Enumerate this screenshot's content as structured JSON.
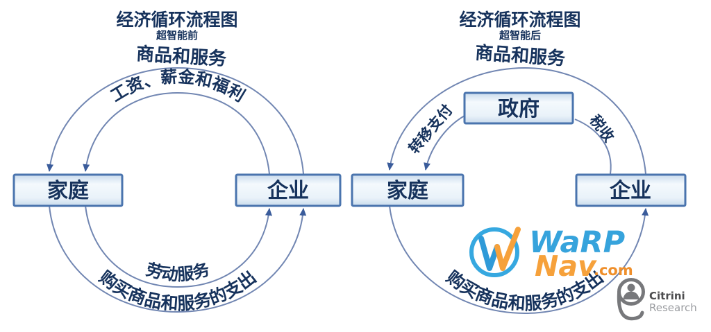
{
  "left_diagram": {
    "title": "经济循环流程图",
    "subtitle": "超智能前",
    "top_outer_label": "商品和服务",
    "top_inner_label": "工资、薪金和福利",
    "box_household": "家庭",
    "box_firm": "企业",
    "bottom_inner_label": "劳动服务",
    "bottom_outer_label": "购买商品和服务的支出"
  },
  "right_diagram": {
    "title": "经济循环流程图",
    "subtitle": "超智能后",
    "top_outer_label": "商品和服务",
    "box_government": "政府",
    "transfer_label": "转移支付",
    "tax_label": "税收",
    "box_household": "家庭",
    "box_firm": "企业",
    "bottom_outer_label": "购买商品和服务的支出"
  },
  "watermarks": {
    "warpnav": {
      "word1": "WaRP",
      "word2": "Nav",
      "tld": ".com"
    },
    "citrini": {
      "line1": "Citrini",
      "line2": "Research"
    }
  },
  "colors": {
    "text_navy": "#16325c",
    "arc_blue": "#7186b2",
    "arrow_blue": "#3a5c9b",
    "box_border": "#4a74ae",
    "box_fill_light": "#f4f9fd",
    "box_fill_edge": "#c8daec",
    "warp_blue": "#36a3dc",
    "warp_orange": "#f6a13b",
    "citrini_gray": "#77787b"
  }
}
